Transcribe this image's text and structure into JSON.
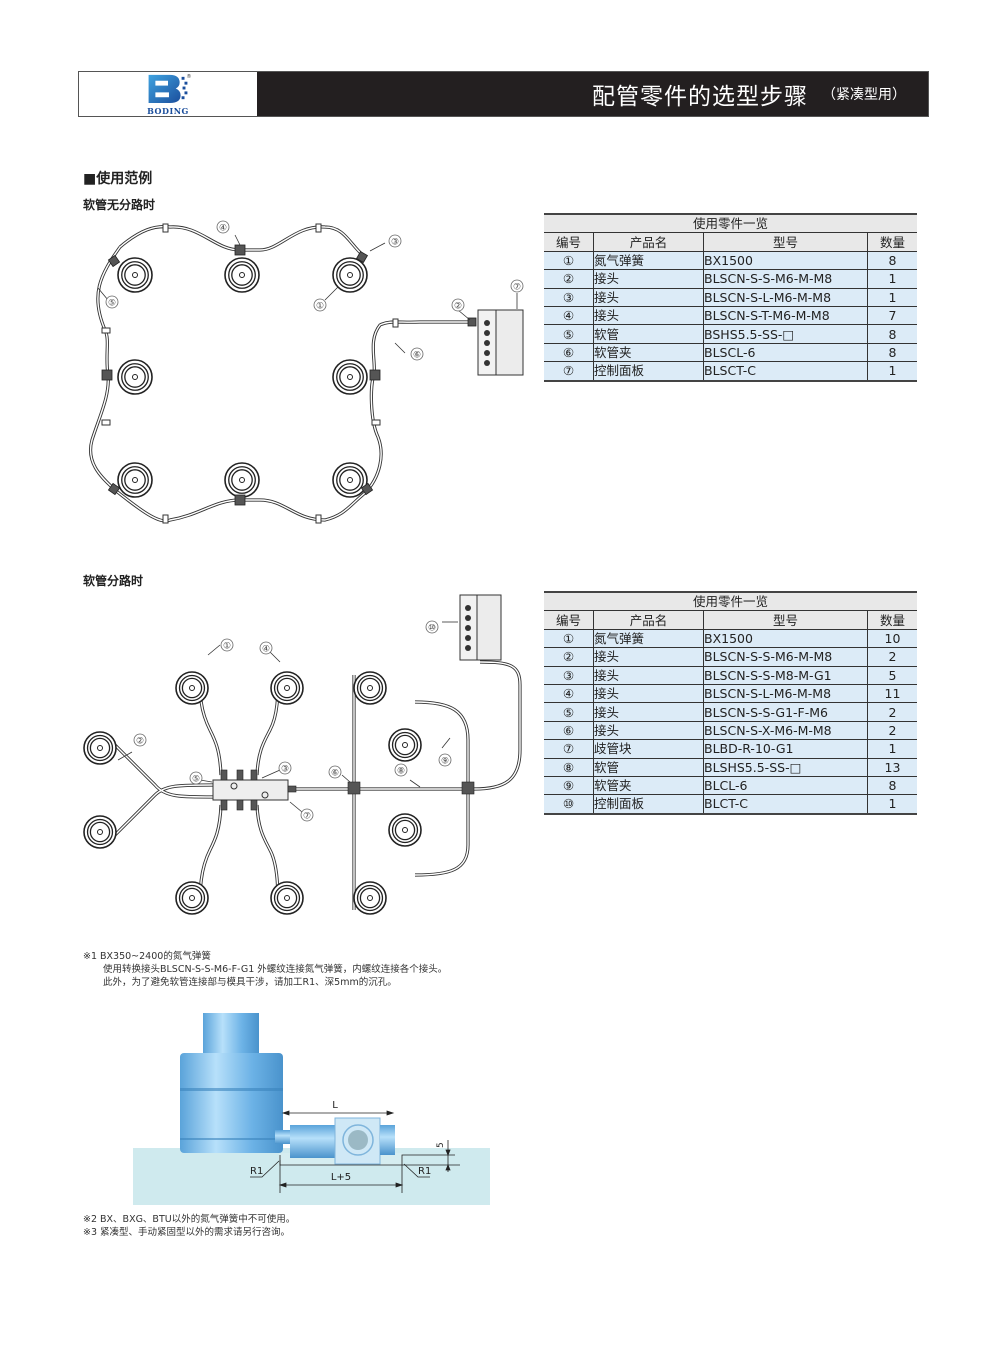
{
  "header": {
    "logo_text": "BODING",
    "logo_mark": "®",
    "title": "配管零件的选型步骤",
    "subtitle": "（紧凑型用）"
  },
  "section": {
    "title": "■使用范例"
  },
  "example1": {
    "title": "软管无分路时",
    "callouts": [
      "①",
      "②",
      "③",
      "④",
      "⑤",
      "⑥",
      "⑦"
    ],
    "table": {
      "caption": "使用零件一览",
      "columns": [
        "编号",
        "产品名",
        "型号",
        "数量"
      ],
      "rows": [
        {
          "no": "①",
          "name": "氮气弹簧",
          "model": "BX1500",
          "qty": "8"
        },
        {
          "no": "②",
          "name": "接头",
          "model": "BLSCN-S-S-M6-M-M8",
          "qty": "1"
        },
        {
          "no": "③",
          "name": "接头",
          "model": "BLSCN-S-L-M6-M-M8",
          "qty": "1"
        },
        {
          "no": "④",
          "name": "接头",
          "model": "BLSCN-S-T-M6-M-M8",
          "qty": "7"
        },
        {
          "no": "⑤",
          "name": "软管",
          "model": "BSHS5.5-SS-□",
          "qty": "8"
        },
        {
          "no": "⑥",
          "name": "软管夹",
          "model": "BLSCL-6",
          "qty": "8"
        },
        {
          "no": "⑦",
          "name": "控制面板",
          "model": "BLSCT-C",
          "qty": "1"
        }
      ]
    }
  },
  "example2": {
    "title": "软管分路时",
    "callouts": [
      "①",
      "②",
      "③",
      "④",
      "⑤",
      "⑥",
      "⑦",
      "⑧",
      "⑨",
      "⑩"
    ],
    "table": {
      "caption": "使用零件一览",
      "columns": [
        "编号",
        "产品名",
        "型号",
        "数量"
      ],
      "rows": [
        {
          "no": "①",
          "name": "氮气弹簧",
          "model": "BX1500",
          "qty": "10"
        },
        {
          "no": "②",
          "name": "接头",
          "model": "BLSCN-S-S-M6-M-M8",
          "qty": "2"
        },
        {
          "no": "③",
          "name": "接头",
          "model": "BLSCN-S-S-M8-M-G1",
          "qty": "5"
        },
        {
          "no": "④",
          "name": "接头",
          "model": "BLSCN-S-L-M6-M-M8",
          "qty": "11"
        },
        {
          "no": "⑤",
          "name": "接头",
          "model": "BLSCN-S-S-G1-F-M6",
          "qty": "2"
        },
        {
          "no": "⑥",
          "name": "接头",
          "model": "BLSCN-S-X-M6-M-M8",
          "qty": "2"
        },
        {
          "no": "⑦",
          "name": "歧管块",
          "model": "BLBD-R-10-G1",
          "qty": "1"
        },
        {
          "no": "⑧",
          "name": "软管",
          "model": "BLSHS5.5-SS-□",
          "qty": "13"
        },
        {
          "no": "⑨",
          "name": "软管夹",
          "model": "BLCL-6",
          "qty": "8"
        },
        {
          "no": "⑩",
          "name": "控制面板",
          "model": "BLCT-C",
          "qty": "1"
        }
      ]
    }
  },
  "notes": {
    "note1_title": "※1 BX350~2400的氮气弹簧",
    "note1_line1": "使用转换接头BLSCN-S-S-M6-F-G1 外螺纹连接氮气弹簧，内螺纹连接各个接头。",
    "note1_line2": "此外，为了避免软管连接部与模具干涉，请加工R1、深5mm的沉孔。",
    "note2": "※2 BX、BXG、BTU以外的氮气弹簧中不可使用。",
    "note3": "※3 紧凑型、手动紧固型以外的需求请另行咨询。"
  },
  "detail_drawing": {
    "dim_L": "L",
    "dim_L5": "L+5",
    "dim_depth": "5",
    "radius_left": "R1",
    "radius_right": "R1"
  },
  "colors": {
    "header_bg": "#231f20",
    "table_row_bg": "#dcebf7",
    "table_head_bg": "#e8e8e8",
    "spring_blue": "#6fb4e6",
    "base_cyan": "#cfeaee",
    "logo_blue": "#1b4e9c"
  }
}
